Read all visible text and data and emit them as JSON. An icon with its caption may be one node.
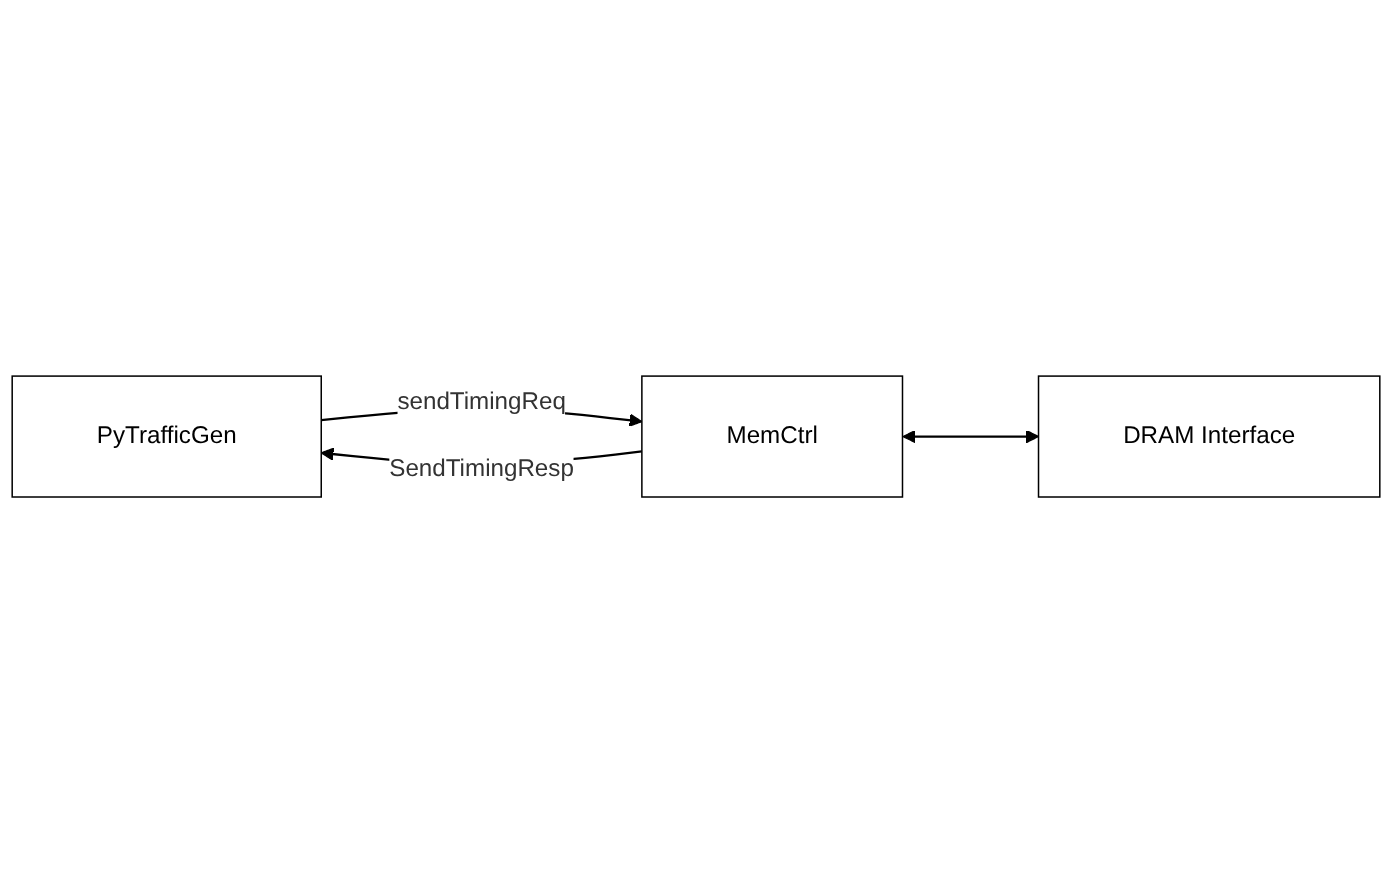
{
  "diagram": {
    "nodes": [
      {
        "text": [
          "PyTrafficGen"
        ]
      },
      {
        "text": [
          "MemCtrl"
        ]
      },
      {
        "text": [
          "DRAM Interface"
        ]
      }
    ],
    "edges": [
      {
        "from": 1,
        "to": 0,
        "arrow": "to",
        "label": "SendTimingResp"
      },
      {
        "from": 0,
        "to": 1,
        "arrow": "to",
        "label": "sendTimingReq"
      },
      {
        "from": 1,
        "to": 2,
        "arrow": "both"
      }
    ]
  }
}
